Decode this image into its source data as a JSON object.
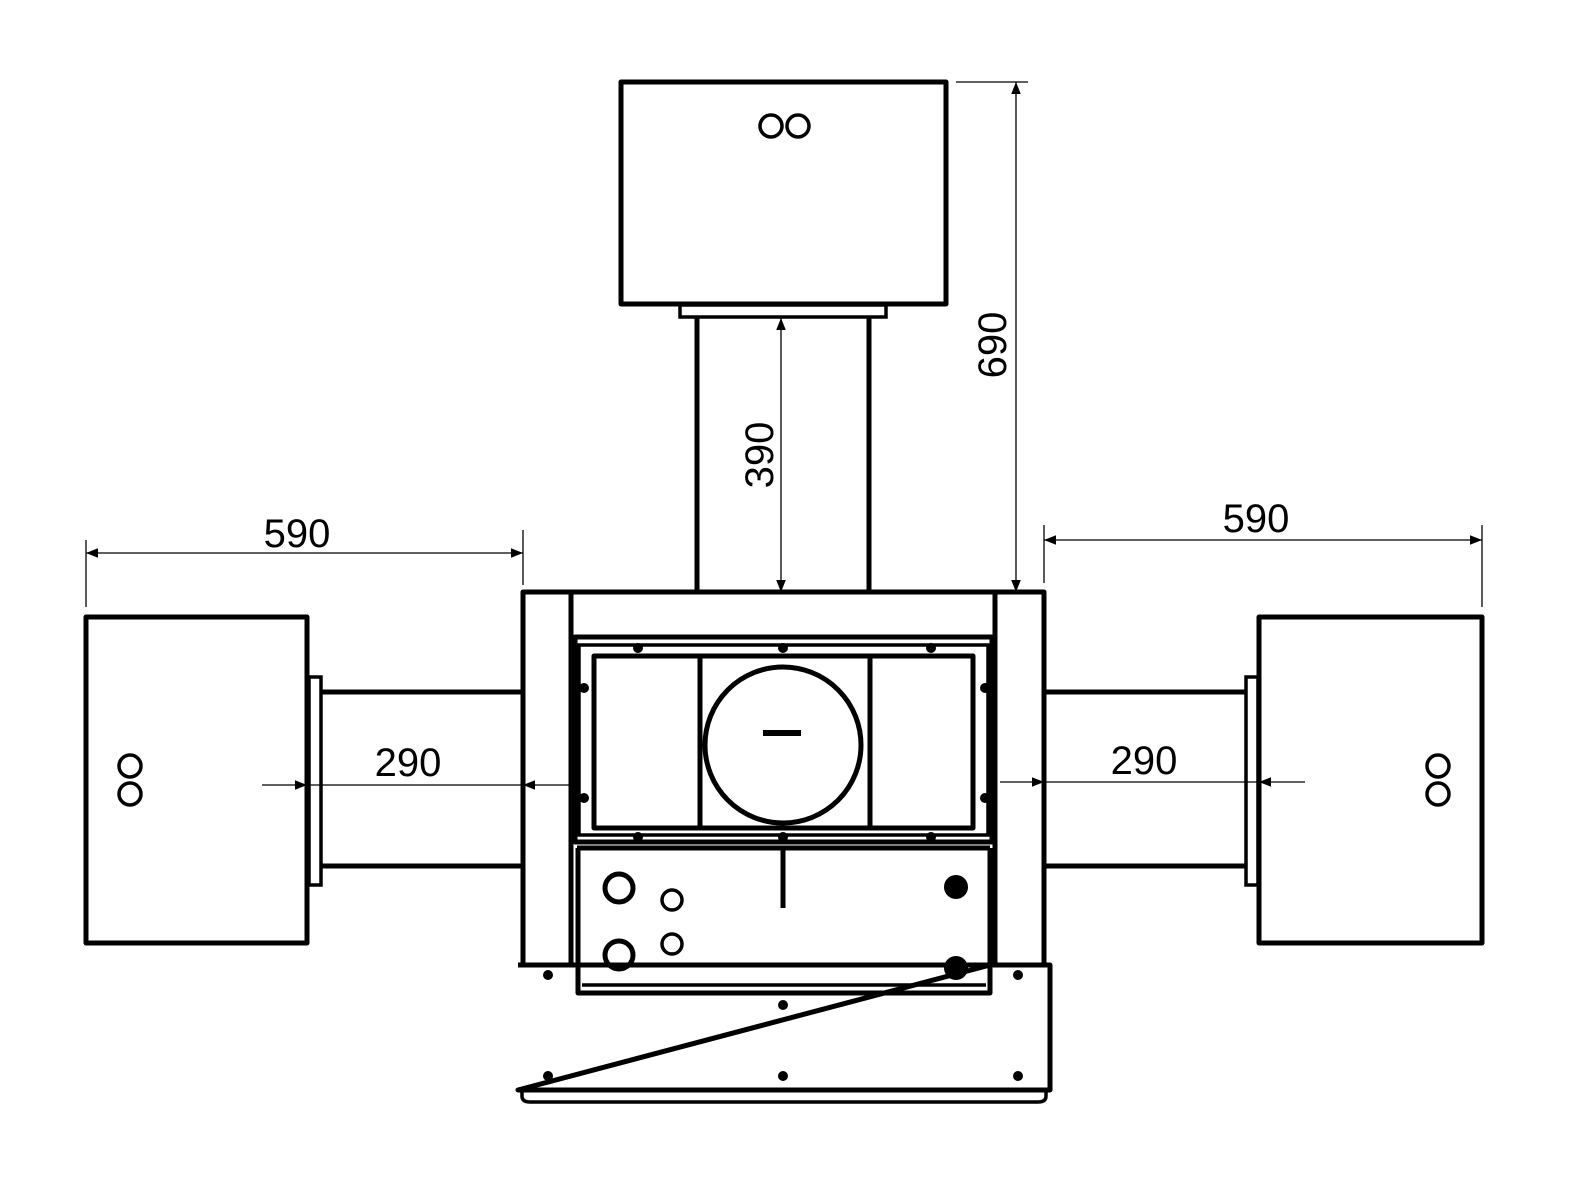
{
  "drawing": {
    "line_color": "#000000",
    "background": "#ffffff",
    "dimensions": {
      "top_total": "690",
      "top_duct": "390",
      "left_total": "590",
      "left_duct": "290",
      "right_total": "590",
      "right_duct": "290"
    }
  }
}
